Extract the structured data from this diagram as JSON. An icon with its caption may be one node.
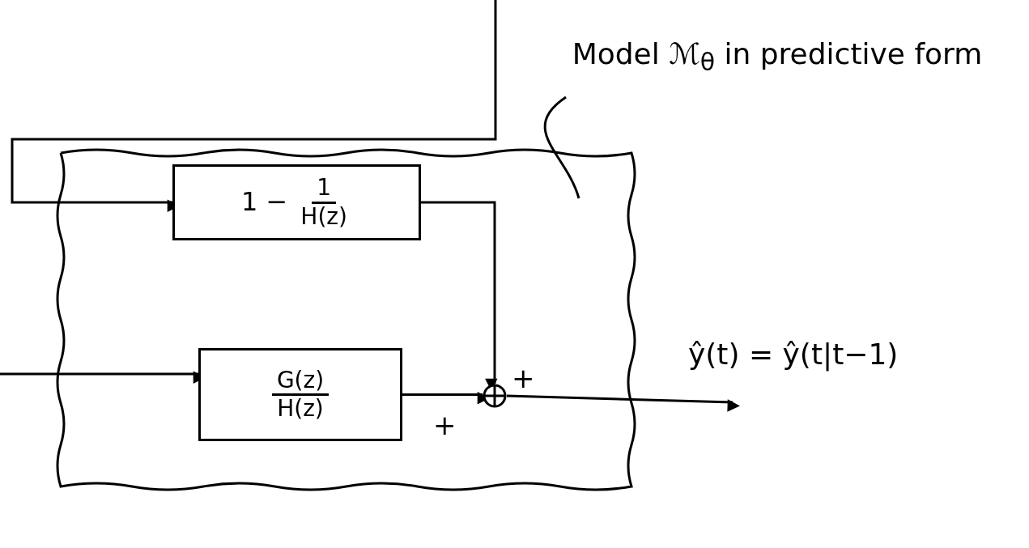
{
  "diagram": {
    "nodes": [
      {
        "text": [],
        "shape": "box"
      },
      {
        "text": [
          "1 −",
          "1",
          "H(z)"
        ],
        "in": 0
      },
      {
        "text": [
          "G(z)",
          "H(z)"
        ],
        "in": 0
      },
      {
        "text": [],
        "shape": "circle",
        "in": 0
      },
      {
        "text": [
          "Model ℳ$_{θ}$ in predictive form"
        ]
      }
    ],
    "edges": [
      {
        "from": null,
        "to": 1,
        "arrow": "to"
      },
      {
        "from": null,
        "to": 2,
        "arrow": "to"
      },
      {
        "from": 1,
        "to": 3,
        "arrow": "to",
        "label": "+"
      },
      {
        "from": 2,
        "to": 3,
        "arrow": "to",
        "label": "+"
      },
      {
        "from": 3,
        "to": null,
        "arrow": "to"
      },
      {
        "from": 4,
        "to": 0,
        "arrow": "none"
      }
    ],
    "labels": [
      "ŷ(t) = ŷ(t|t−1)"
    ]
  }
}
